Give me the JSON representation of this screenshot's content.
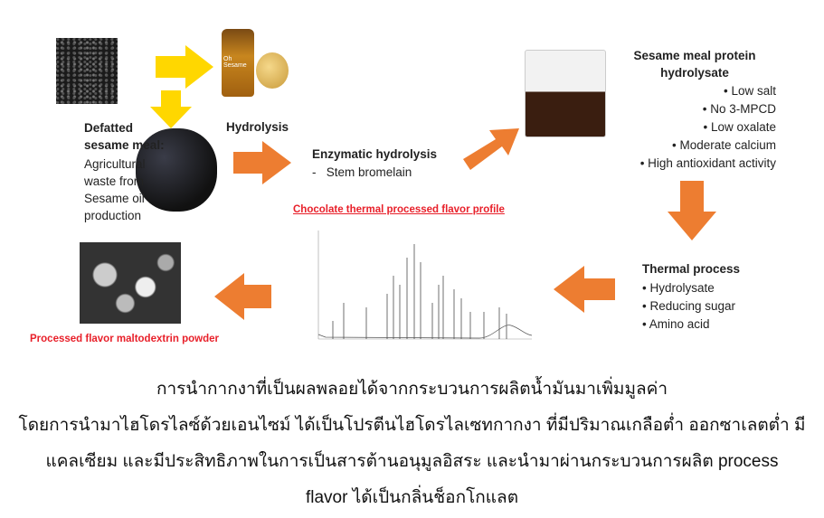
{
  "colors": {
    "arrow_orange": "#ED7D31",
    "arrow_yellow": "#FFD700",
    "red_text": "#E8202A"
  },
  "left": {
    "title": "Defatted sesame meal:",
    "desc": [
      "Agricultural",
      "waste from",
      "Sesame oil",
      "production"
    ]
  },
  "bottle_label": "Oh Sesame",
  "hydrolysis": "Hydrolysis",
  "enzymatic": {
    "title": "Enzymatic hydrolysis",
    "item": "-   Stem bromelain"
  },
  "hydrolysate": {
    "title_line1": "Sesame meal protein",
    "title_line2": "hydrolysate",
    "bullets": [
      "• Low salt",
      "• No 3-MPCD",
      "• Low oxalate",
      "• Moderate calcium",
      "• High antioxidant activity"
    ]
  },
  "thermal": {
    "title": "Thermal process",
    "bullets": [
      "• Hydrolysate",
      "• Reducing sugar",
      "• Amino acid"
    ]
  },
  "chromatogram": {
    "title": "Chocolate thermal processed flavor profile"
  },
  "powder_label": "Processed flavor maltodextrin powder",
  "summary": [
    "การนำกากงาที่เป็นผลพลอยได้จากกระบวนการผลิตน้ำมันมาเพิ่มมูลค่า",
    "โดยการนำมาไฮโดรไลซ์ด้วยเอนไซม์ ได้เป็นโปรตีนไฮโดรไลเซทกากงา ที่มีปริมาณเกลือต่ำ ออกซาเลตต่ำ มี",
    "แคลเซียม และมีประสิทธิภาพในการเป็นสารต้านอนุมูลอิสระ และนำมาผ่านกระบวนการผลิต process",
    "flavor ได้เป็นกลิ่นช็อกโกแลต"
  ]
}
